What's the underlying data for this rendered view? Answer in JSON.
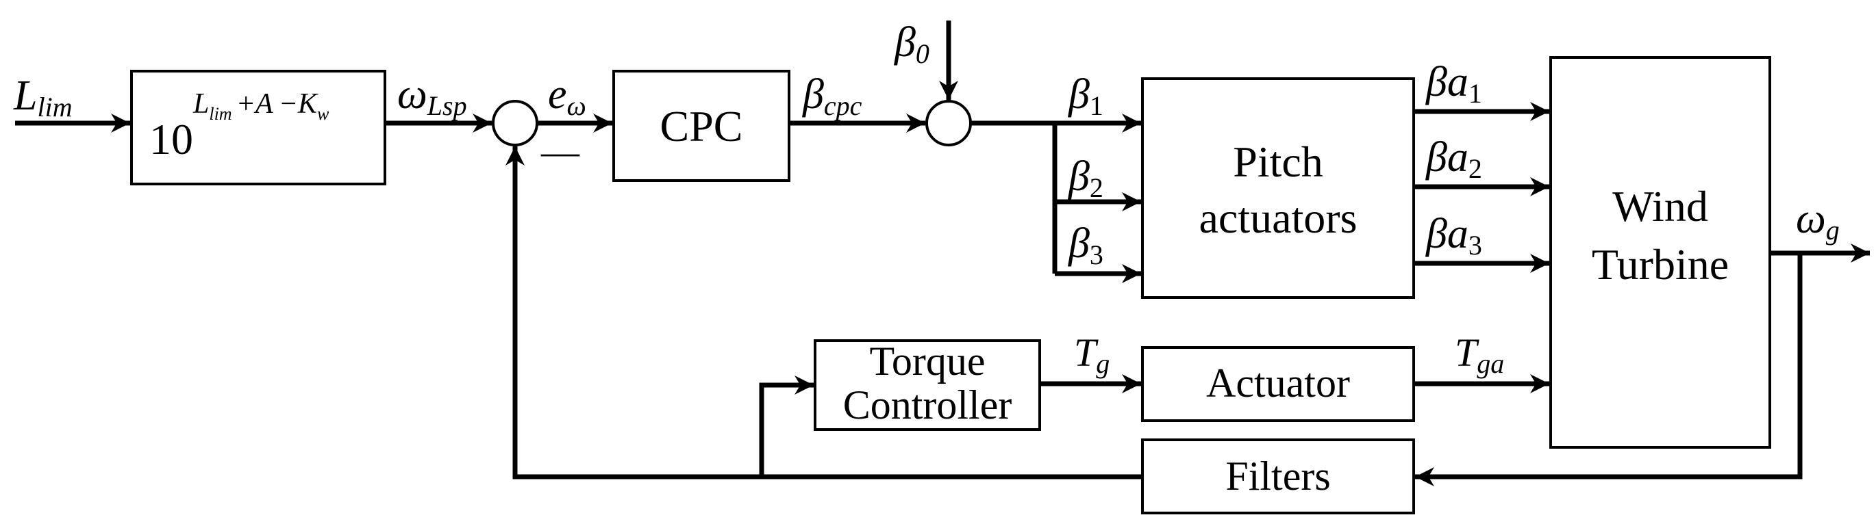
{
  "blocks": {
    "gain": {
      "base": "10",
      "exp_l": "L",
      "exp_lim": "lim",
      "exp_plus_a": "+A",
      "exp_minus_k": "−K",
      "exp_w": "w"
    },
    "cpc": "CPC",
    "pitch": [
      "Pitch",
      "actuators"
    ],
    "turbine": [
      "Wind",
      "Turbine"
    ],
    "torque": [
      "Torque",
      "Controller"
    ],
    "actuator": "Actuator",
    "filters": "Filters"
  },
  "signals": {
    "input": {
      "main": "L",
      "sub": "lim"
    },
    "setpoint": {
      "main": "ω",
      "sub": "Lsp"
    },
    "error": {
      "main": "e",
      "sub": "ω"
    },
    "minus": "—",
    "beta_cpc": {
      "main": "β",
      "sub": "cpc"
    },
    "beta_0": {
      "main": "β",
      "sub": "0"
    },
    "beta": [
      {
        "main": "β",
        "sub": "1"
      },
      {
        "main": "β",
        "sub": "2"
      },
      {
        "main": "β",
        "sub": "3"
      }
    ],
    "beta_a": [
      {
        "main": "βa",
        "sub": "1"
      },
      {
        "main": "βa",
        "sub": "2"
      },
      {
        "main": "βa",
        "sub": "3"
      }
    ],
    "tg": {
      "main": "T",
      "sub": "g"
    },
    "tga": {
      "main": "T",
      "sub": "ga"
    },
    "omega_g": {
      "main": "ω",
      "sub": "g"
    }
  }
}
